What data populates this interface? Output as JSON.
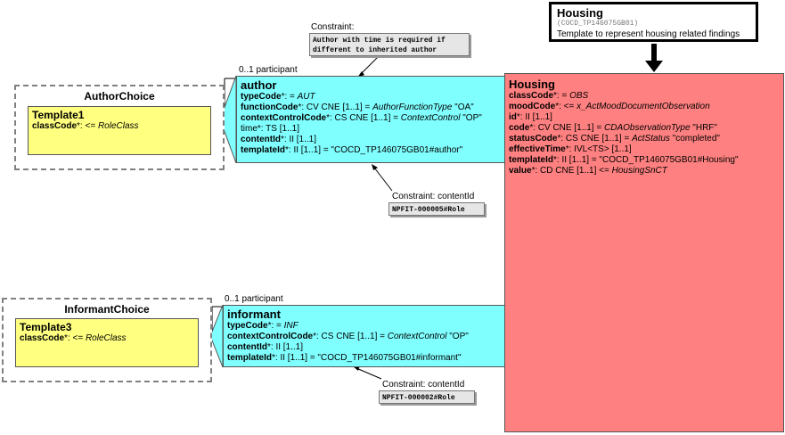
{
  "housing_title": {
    "title": "Housing",
    "id": "(COCD_TP146075GB01)",
    "description": "Template to represent housing related findings"
  },
  "housing": {
    "title": "Housing",
    "attributes": [
      {
        "name": "classCode",
        "suffix": "*: = ",
        "value": "OBS",
        "value_italic": true,
        "tail": ""
      },
      {
        "name": "moodCode",
        "suffix": "*: <= ",
        "value": "x_ActMoodDocumentObservation",
        "value_italic": true,
        "tail": ""
      },
      {
        "name": "id",
        "suffix": "*: II [1..1]",
        "value": "",
        "value_italic": false,
        "tail": ""
      },
      {
        "name": "code",
        "suffix": "*: CV CNE [1..1] = ",
        "value": "CDAObservationType",
        "value_italic": true,
        "tail": " \"HRF\""
      },
      {
        "name": "statusCode",
        "suffix": "*: CS CNE [1..1] = ",
        "value": "ActStatus",
        "value_italic": true,
        "tail": " \"completed\""
      },
      {
        "name": "effectiveTime",
        "suffix": "*: IVL<TS> [1..1]",
        "value": "",
        "value_italic": false,
        "tail": ""
      },
      {
        "name": "templateId",
        "suffix": "*: II [1..1] = \"COCD_TP146075GB01#Housing\"",
        "value": "",
        "value_italic": false,
        "tail": ""
      },
      {
        "name": "value",
        "suffix": "*: CD CNE [1..1] <= ",
        "value": "HousingSnCT",
        "value_italic": true,
        "tail": ""
      }
    ]
  },
  "author": {
    "multiplicity": "0..1 participant",
    "title": "author",
    "attributes": [
      {
        "name": "typeCode",
        "bold": true,
        "suffix": "*: = ",
        "value": "AUT",
        "value_italic": true,
        "tail": ""
      },
      {
        "name": "functionCode",
        "bold": true,
        "suffix": "*: CV CNE [1..1] = ",
        "value": "AuthorFunctionType",
        "value_italic": true,
        "tail": " \"OA\""
      },
      {
        "name": "contextControlCode",
        "bold": true,
        "suffix": "*: CS CNE [1..1] = ",
        "value": "ContextControl",
        "value_italic": true,
        "tail": " \"OP\""
      },
      {
        "name": "time",
        "bold": false,
        "suffix": "*: TS [1..1]",
        "value": "",
        "value_italic": false,
        "tail": ""
      },
      {
        "name": "contentId",
        "bold": true,
        "suffix": "*: II [1..1]",
        "value": "",
        "value_italic": false,
        "tail": ""
      },
      {
        "name": "templateId",
        "bold": true,
        "suffix": "*: II [1..1] = \"COCD_TP146075GB01#author\"",
        "value": "",
        "value_italic": false,
        "tail": ""
      }
    ]
  },
  "informant": {
    "multiplicity": "0..1 participant",
    "title": "informant",
    "attributes": [
      {
        "name": "typeCode",
        "bold": true,
        "suffix": "*: = ",
        "value": "INF",
        "value_italic": true,
        "tail": ""
      },
      {
        "name": "contextControlCode",
        "bold": true,
        "suffix": "*: CS CNE [1..1] = ",
        "value": "ContextControl",
        "value_italic": true,
        "tail": " \"OP\""
      },
      {
        "name": "contentId",
        "bold": true,
        "suffix": "*: II [1..1]",
        "value": "",
        "value_italic": false,
        "tail": ""
      },
      {
        "name": "templateId",
        "bold": true,
        "suffix": "*: II [1..1] = \"COCD_TP146075GB01#informant\"",
        "value": "",
        "value_italic": false,
        "tail": ""
      }
    ]
  },
  "author_choice": {
    "title": "AuthorChoice",
    "template_title": "Template1",
    "attr_name": "classCode",
    "attr_suffix": "*: <= ",
    "attr_value": "RoleClass"
  },
  "informant_choice": {
    "title": "InformantChoice",
    "template_title": "Template3",
    "attr_name": "classCode",
    "attr_suffix": "*: <= ",
    "attr_value": "RoleClass"
  },
  "constraints": [
    {
      "label": "Constraint:",
      "text_lines": [
        "Author with time is required if",
        "different to inherited author"
      ]
    },
    {
      "label": "Constraint: contentId",
      "text_lines": [
        "NPFIT-000005#Role"
      ]
    },
    {
      "label": "Constraint: contentId",
      "text_lines": [
        "NPFIT-000002#Role"
      ]
    }
  ],
  "colors": {
    "housing_fill": "#ff8080",
    "association_fill": "#80ffff",
    "template_fill": "#ffff80",
    "note_fill": "#e6e6e6"
  }
}
